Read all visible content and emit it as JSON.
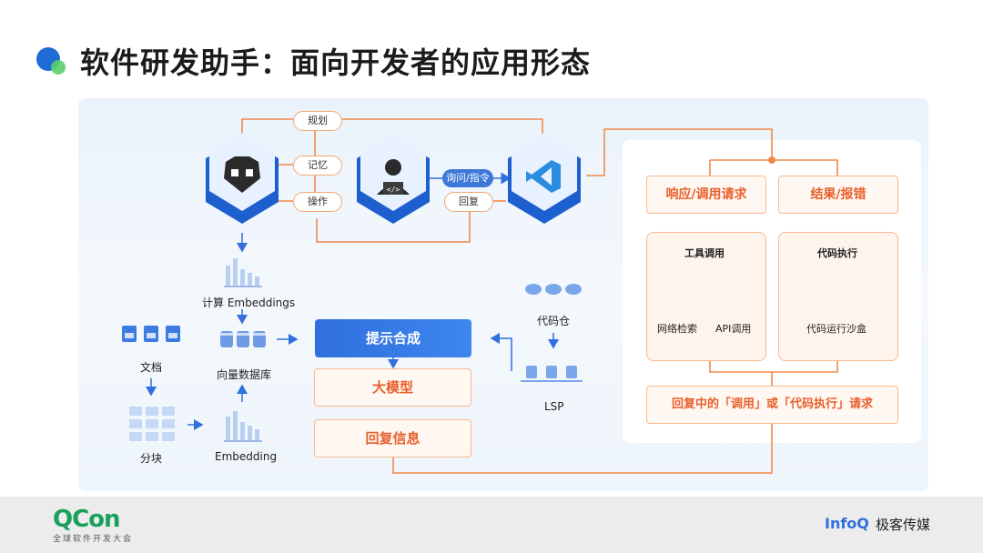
{
  "title": "软件研发助手：面向开发者的应用形态",
  "top_pills": {
    "plan": "规划",
    "memory": "记忆",
    "operate": "操作",
    "ask": "询问/指令",
    "reply": "回复"
  },
  "left_flow": {
    "compute_embeddings": "计算 Embeddings",
    "vector_db": "向量数据库",
    "docs": "文档",
    "chunk": "分块",
    "embedding": "Embedding"
  },
  "center_flow": {
    "prompt_synthesis": "提示合成",
    "llm": "大模型",
    "reply_info": "回复信息"
  },
  "code_side": {
    "repo": "代码仓",
    "lsp": "LSP"
  },
  "right_panel": {
    "response_call": "响应/调用请求",
    "result_error": "结果/报错",
    "tool_call": "工具调用",
    "code_exec": "代码执行",
    "web_search": "网络检索",
    "api_call": "API调用",
    "sandbox": "代码运行沙盒",
    "bottom_request": "回复中的「调用」或「代码执行」请求"
  },
  "footer": {
    "qcon": "QCon",
    "qcon_sub": "全球软件开发大会",
    "infoq": "InfoQ",
    "jike": "极客传媒"
  },
  "colors": {
    "accent_orange": "#e8602c",
    "line_orange": "#f08a4b",
    "blue": "#2f6fde",
    "green": "#1aa05a"
  }
}
